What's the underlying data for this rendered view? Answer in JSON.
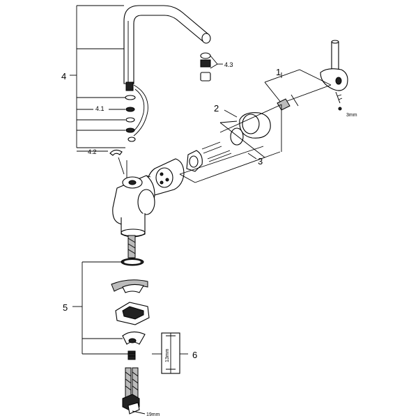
{
  "callouts": {
    "c1": "1",
    "c2": "2",
    "c3": "3",
    "c4": "4",
    "c41": "4.1",
    "c42": "4.2",
    "c43": "4.3",
    "c5": "5",
    "c6": "6"
  },
  "dimensions": {
    "hex_key": "3mm",
    "wrench": "19mm",
    "gauge": "13mm"
  }
}
